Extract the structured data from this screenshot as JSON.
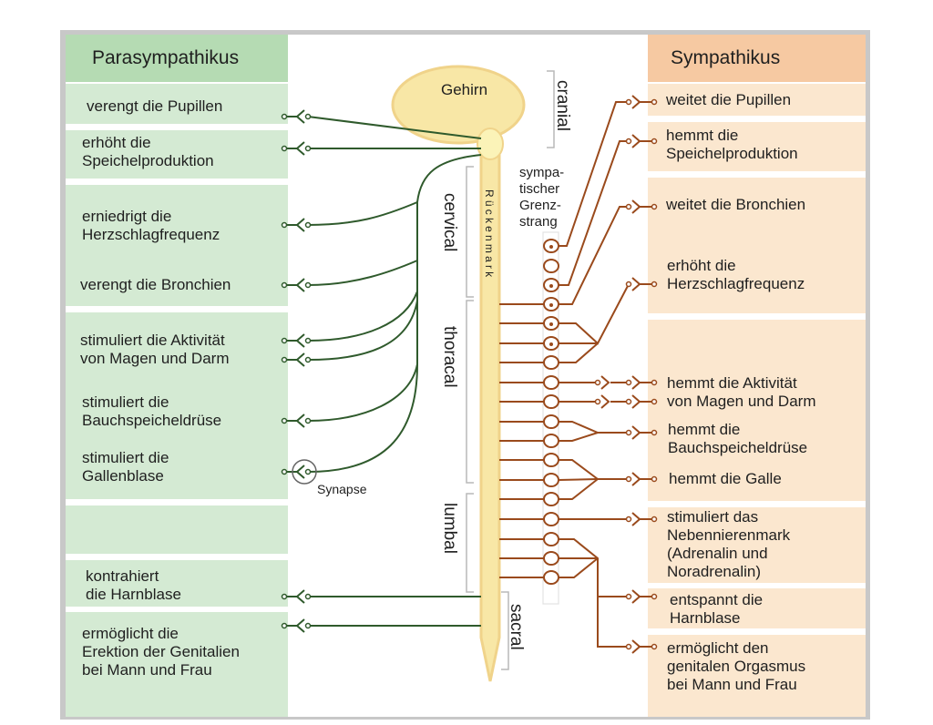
{
  "colors": {
    "parasympathetic_nerve": "#2f5a2c",
    "sympathetic_nerve": "#9a4a1c",
    "brain_fill": "#f8e7a6",
    "brain_stroke": "#f0d38a",
    "green_panel": "#d4ead3",
    "green_header": "#b5dbb3",
    "orange_panel": "#fbe7cf",
    "orange_header": "#f6c9a2"
  },
  "parasympathikus": {
    "title": "Parasympathikus",
    "effects": [
      "verengt die Pupillen",
      "erhöht die\nSpeichelproduktion",
      "erniedrigt die\nHerzschlagfrequenz",
      "verengt die Bronchien",
      "stimuliert die Aktivität\nvon Magen und Darm",
      "stimuliert die\nBauchspeicheldrüse",
      "stimuliert die\nGallenblase",
      "kontrahiert\ndie Harnblase",
      "ermöglicht die\nErektion der Genitalien\nbei Mann und Frau"
    ]
  },
  "sympathikus": {
    "title": "Sympathikus",
    "effects": [
      "weitet die Pupillen",
      "hemmt die\nSpeichelproduktion",
      "weitet die Bronchien",
      "erhöht die\nHerzschlagfrequenz",
      "hemmt die Aktivität\nvon Magen und Darm",
      "hemmt die\nBauchspeicheldrüse",
      "hemmt die Galle",
      "stimuliert das\nNebennierenmark\n(Adrenalin und\n   Noradrenalin)",
      "entspannt die\nHarnblase",
      "ermöglicht den\ngenitalen Orgasmus\nbei Mann und Frau"
    ]
  },
  "center": {
    "brain_label": "Gehirn",
    "spinal_cord_label": "Rückenmark",
    "sympathetic_chain_label": "sympa-\ntischer\nGrenz-\nstrang",
    "synapse_label": "Synapse",
    "regions": [
      "cranial",
      "cervical",
      "thoracal",
      "lumbal",
      "sacral"
    ]
  }
}
